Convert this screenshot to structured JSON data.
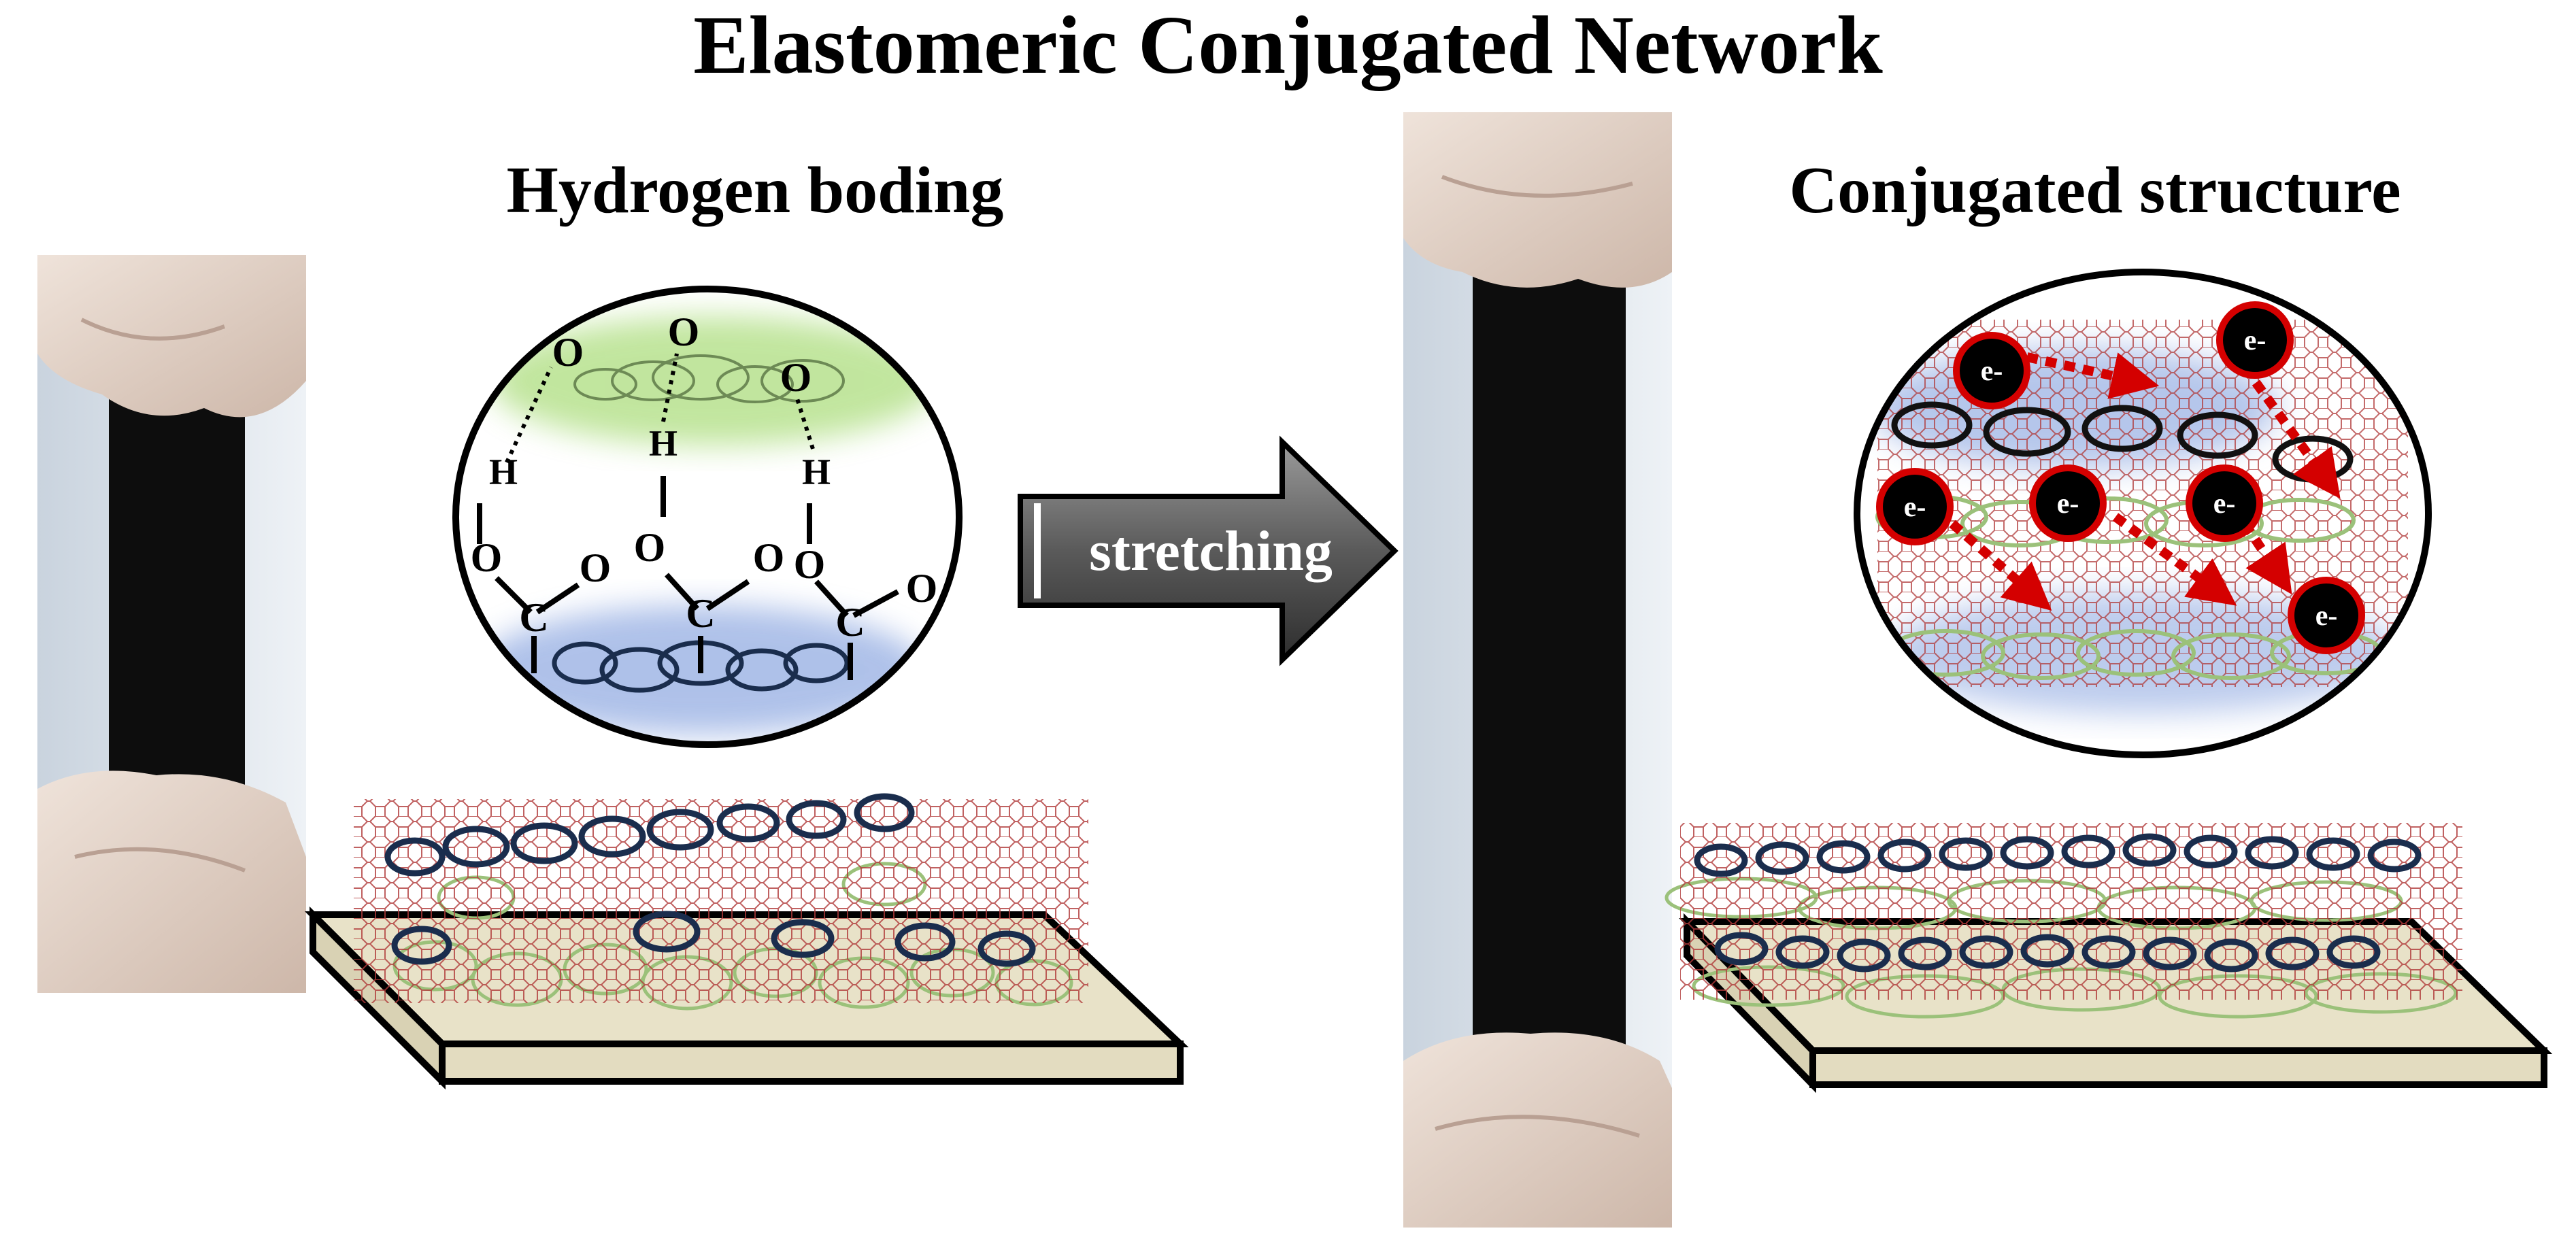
{
  "figure": {
    "title": "Elastomeric Conjugated Network",
    "left_panel": {
      "heading": "Hydrogen boding",
      "inset_atoms": {
        "o_top": [
          "O",
          "O",
          "O"
        ],
        "h_row": [
          "H",
          "H",
          "H"
        ],
        "o_mid": [
          "O",
          "O",
          "O"
        ],
        "o_dbl": [
          "O",
          "O",
          "O"
        ],
        "c_row": [
          "C",
          "C",
          "C"
        ]
      }
    },
    "arrow": {
      "label": "stretching"
    },
    "right_panel": {
      "heading": "Conjugated structure",
      "electron_label": "e-"
    },
    "colors": {
      "green_polymer": "#9bc17a",
      "green_glow": "#8fd14f",
      "blue_polymer": "#1a2d4d",
      "blue_glow": "#6d8fd8",
      "red_mesh": "#b03a3a",
      "electron_fill": "#000000",
      "electron_ring": "#d40000",
      "electron_arrow": "#d40000",
      "substrate_top": "#e8e2c8",
      "arrow_dark": "#3a3a3a",
      "arrow_light": "#8a8a8a"
    },
    "icons": [
      "glove-photo",
      "black-film-strip",
      "substrate-slab",
      "magnifier-circle",
      "block-arrow-icon",
      "electron-icon"
    ]
  }
}
